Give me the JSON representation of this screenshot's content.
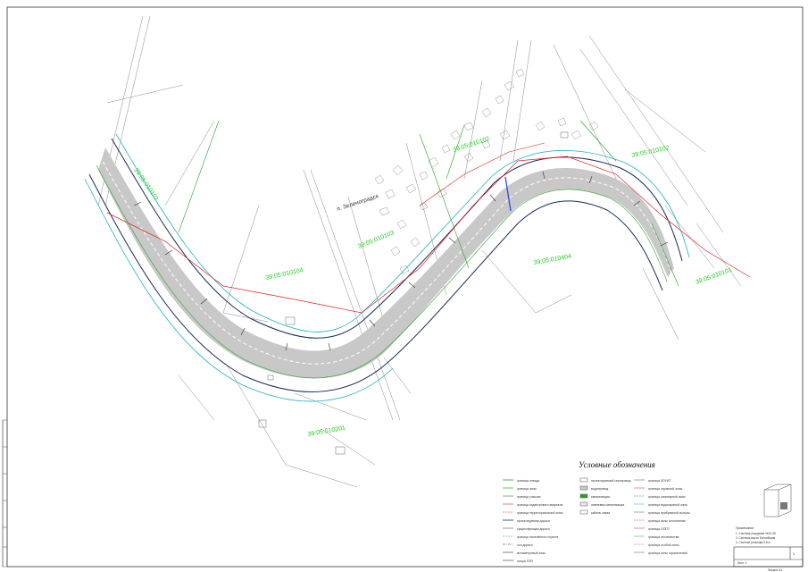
{
  "cadastral_labels": [
    {
      "text": "39:05:010101"
    },
    {
      "text": "39:05:010104"
    },
    {
      "text": "39:05:010103"
    },
    {
      "text": "39:05:010102"
    },
    {
      "text": "39:05:010102"
    },
    {
      "text": "39:05:010404"
    },
    {
      "text": "39:05:010101"
    },
    {
      "text": "39:05:010201"
    }
  ],
  "settlement_label": "п. Зеленоградск",
  "legend": {
    "title": "Условные обозначения",
    "items_col1": [
      "граница отвода",
      "граница зоны",
      "граница участка",
      "граница кадастрового квартала",
      "граница территориальной зоны",
      "проектируемая дорога",
      "существующая дорога",
      "граница населённого пункта",
      "ось дороги",
      "километровый знак",
      "опора ЛЭП"
    ],
    "items_col2": [
      "проектируемый газопровод",
      "водопровод",
      "канализация",
      "ливневая канализация",
      "кабель связи"
    ],
    "items_col3": [
      "граница ЗОУИТ",
      "граница охранной зоны",
      "граница санитарной зоны",
      "граница водоохраной зоны",
      "граница прибрежной полосы",
      "граница зоны затопления",
      "граница ООПТ",
      "граница лесничества",
      "граница особой зоны",
      "граница зоны ограничений"
    ]
  },
  "notes": {
    "title": "Примечание",
    "lines": [
      "1. Система координат МСК-39",
      "2. Система высот Балтийская",
      "3. Сечение рельефа 0,5 м"
    ]
  },
  "title_block": {
    "sheet_number": "1",
    "caption": "Лист 1",
    "format": "Формат А1"
  },
  "colors": {
    "background": "#ffffff",
    "road_fill": "#c8c8c8",
    "cadastral_label": "#22cc22",
    "boundary_red": "#e02020",
    "boundary_green": "#2aa02a",
    "edge_dark": "#1a2a5a",
    "cyan_line": "#20b0c8",
    "blue_accent": "#2040ff",
    "linework": "#555555"
  }
}
